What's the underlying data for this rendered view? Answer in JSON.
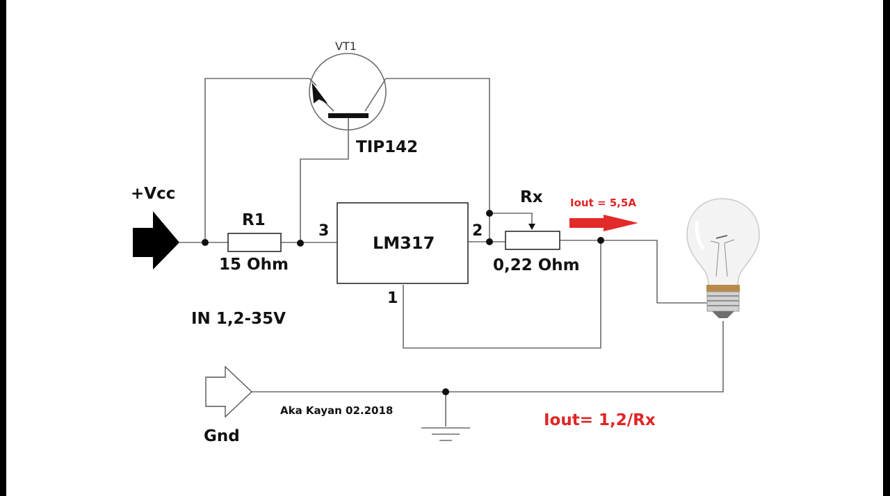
{
  "labels": {
    "vt1": "VT1",
    "tip142": "TIP142",
    "vcc": "+Vcc",
    "r1": "R1",
    "r1_value": "15 Ohm",
    "pin3": "3",
    "lm317": "LM317",
    "pin2": "2",
    "pin1": "1",
    "rx": "Rx",
    "rx_value": "0,22 Ohm",
    "input_range": "IN 1,2-35V",
    "gnd": "Gnd",
    "author": "Aka Kayan 02.2018"
  },
  "annotations": {
    "iout_arrow": "Iout = 5,5A",
    "formula": "Iout= 1,2/Rx"
  },
  "colors": {
    "wire": "#6b6b6b",
    "accent_red": "#e02424",
    "text": "#111111"
  }
}
